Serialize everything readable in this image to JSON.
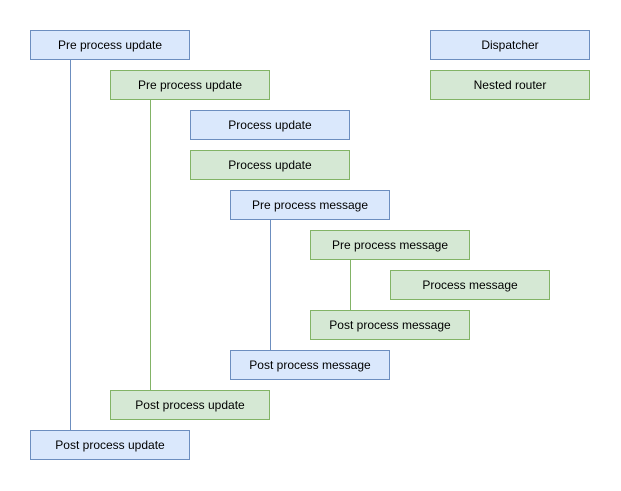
{
  "diagram": {
    "nodes": [
      {
        "label": "Pre process update",
        "type": "dispatcher"
      },
      {
        "label": "Pre process update",
        "type": "nested-router"
      },
      {
        "label": "Process update",
        "type": "dispatcher"
      },
      {
        "label": "Process update",
        "type": "nested-router"
      },
      {
        "label": "Pre process message",
        "type": "dispatcher"
      },
      {
        "label": "Pre process message",
        "type": "nested-router"
      },
      {
        "label": "Process message",
        "type": "nested-router"
      },
      {
        "label": "Post process message",
        "type": "nested-router"
      },
      {
        "label": "Post process message",
        "type": "dispatcher"
      },
      {
        "label": "Post process update",
        "type": "nested-router"
      },
      {
        "label": "Post process update",
        "type": "dispatcher"
      }
    ],
    "legend": {
      "items": [
        {
          "label": "Dispatcher",
          "type": "dispatcher"
        },
        {
          "label": "Nested router",
          "type": "nested-router"
        }
      ]
    },
    "colors": {
      "dispatcher_fill": "#dae8fc",
      "dispatcher_stroke": "#6c8ebf",
      "nested_router_fill": "#d5e8d4",
      "nested_router_stroke": "#82b366",
      "text": "#000000",
      "background": "#ffffff"
    }
  }
}
